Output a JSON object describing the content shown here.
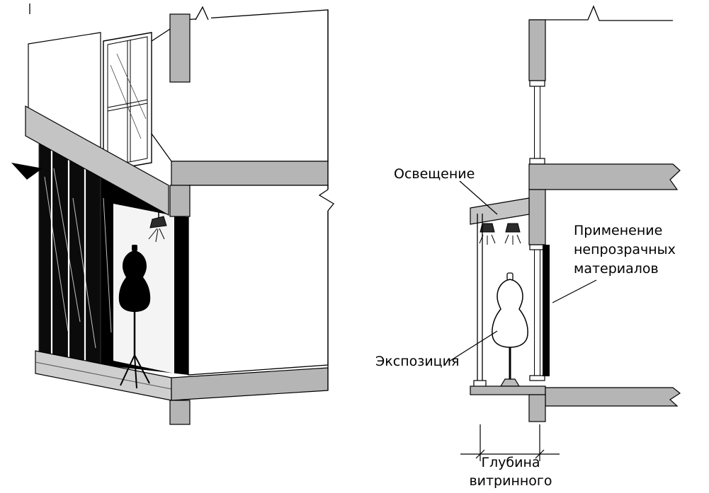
{
  "annotations": {
    "lighting": "Освещение",
    "opaque": {
      "line1": "Применение",
      "line2": "непрозрачных",
      "line3": "материалов"
    },
    "exposition": "Экспозиция",
    "depth": {
      "line1": "Глубина",
      "line2": "витринного"
    }
  },
  "colors": {
    "slab_gray": "#b5b5b5",
    "canopy_gray": "#c4c4c4",
    "base_gray": "#cfcfcf",
    "panel_black": "#000000",
    "glow_white": "#f4f4f4",
    "tile_line": "#9a9a9a",
    "fixture_dark": "#2b2b2b",
    "line_black": "#000000",
    "background": "#ffffff"
  }
}
